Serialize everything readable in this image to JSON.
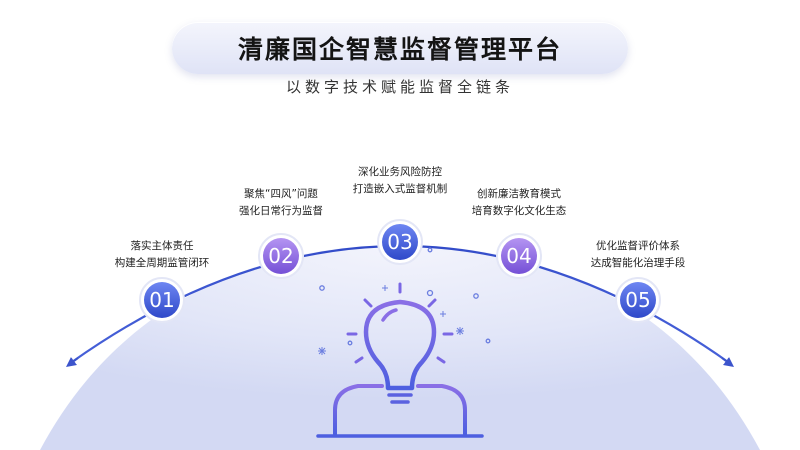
{
  "title": "清廉国企智慧监督管理平台",
  "subtitle": "以数字技术赋能监督全链条",
  "colors": {
    "blue": "#3f5bd8",
    "purple": "#8b63e0",
    "arc": "#3c54cc",
    "bulb": "#6a5fe0"
  },
  "steps": [
    {
      "num": "01",
      "line1": "落实主体责任",
      "line2": "构建全周期监管闭环"
    },
    {
      "num": "02",
      "line1": "聚焦“四风”问题",
      "line2": "强化日常行为监督"
    },
    {
      "num": "03",
      "line1": "深化业务风险防控",
      "line2": "打造嵌入式监督机制"
    },
    {
      "num": "04",
      "line1": "创新廉洁教育模式",
      "line2": "培育数字化文化生态"
    },
    {
      "num": "05",
      "line1": "优化监督评价体系",
      "line2": "达成智能化治理手段"
    }
  ],
  "icon": "lightbulb-person-icon"
}
